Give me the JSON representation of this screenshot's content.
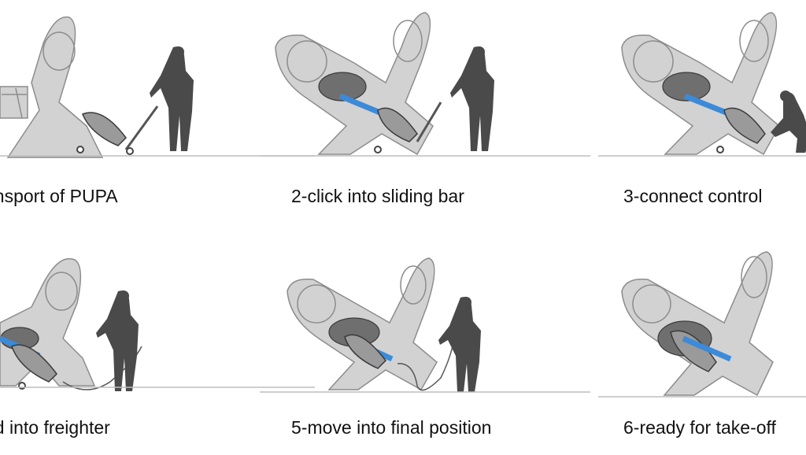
{
  "steps": [
    {
      "caption": "ansport of PUPA"
    },
    {
      "caption": "2-click into sliding bar"
    },
    {
      "caption": "3-connect control"
    },
    {
      "caption": "ad into freighter"
    },
    {
      "caption": "5-move into final position"
    },
    {
      "caption": "6-ready for take-off"
    }
  ],
  "colors": {
    "hull": "#d2d2d2",
    "outline": "#8c8c8c",
    "figure": "#4a4a4a",
    "sliding_bar": "#3c8ad8",
    "pod": "#9a9a9a",
    "ground": "#bdbdbd"
  }
}
